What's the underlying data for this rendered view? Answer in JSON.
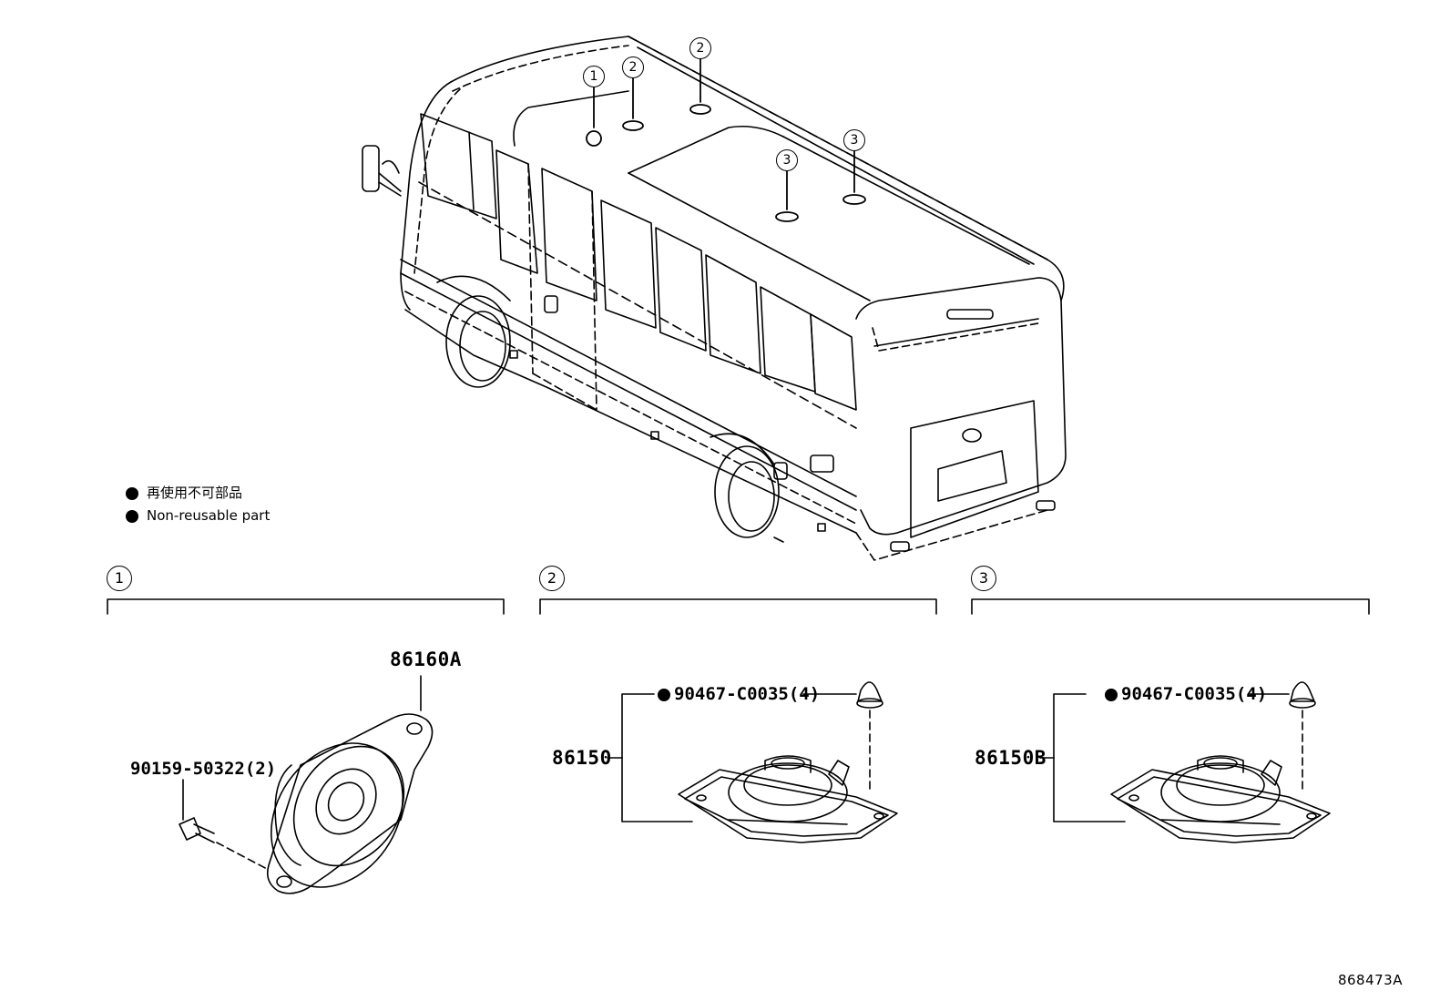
{
  "legend": {
    "line1": "再使用不可部品",
    "line2": "Non-reusable part"
  },
  "callouts": {
    "c1": "1",
    "c2": "2",
    "c3": "3"
  },
  "sections": [
    {
      "id": "1",
      "part": "86160A",
      "bolt": "90159-50322(2)"
    },
    {
      "id": "2",
      "part": "86150",
      "clip": "90467-C0035(4)"
    },
    {
      "id": "3",
      "part": "86150B",
      "clip": "90467-C0035(4)"
    }
  ],
  "reference_number": "868473A"
}
